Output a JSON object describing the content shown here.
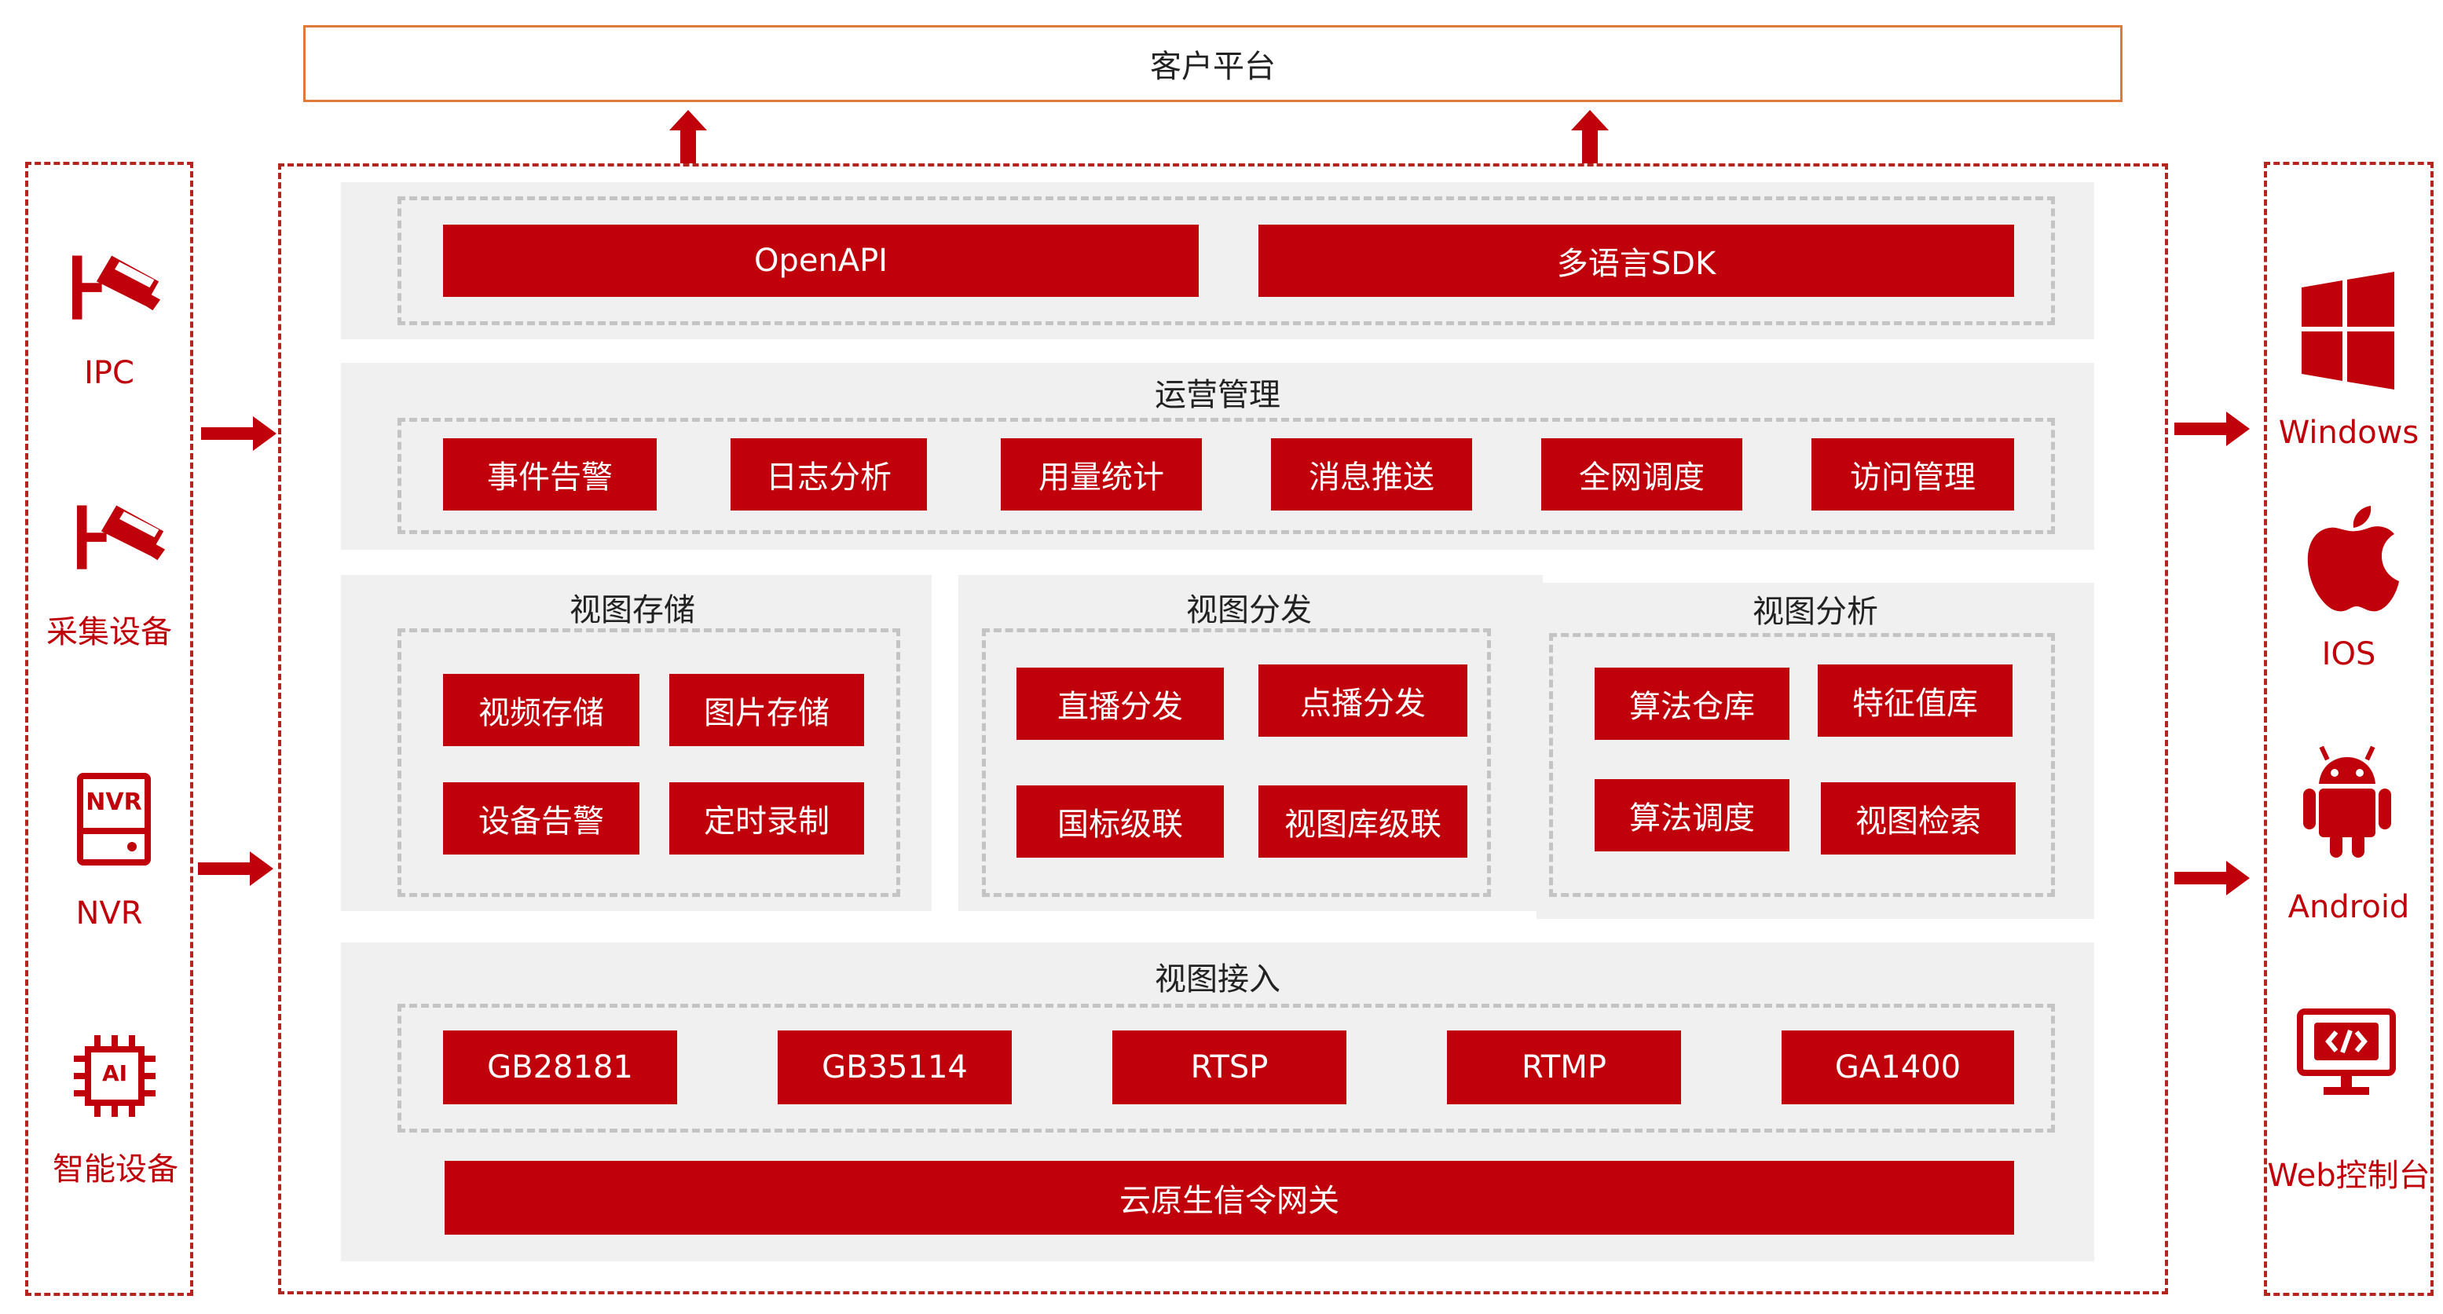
{
  "platform": {
    "label": "客户平台"
  },
  "devices": {
    "ipc": "IPC",
    "collect": "采集设备",
    "nvr": "NVR",
    "nvr_badge": "NVR",
    "smart": "智能设备",
    "ai_badge": "AI"
  },
  "api_layer": {
    "openapi": "OpenAPI",
    "sdk": "多语言SDK"
  },
  "ops": {
    "title": "运营管理",
    "items": [
      "事件告警",
      "日志分析",
      "用量统计",
      "消息推送",
      "全网调度",
      "访问管理"
    ]
  },
  "storage": {
    "title": "视图存储",
    "items": [
      "视频存储",
      "图片存储",
      "设备告警",
      "定时录制"
    ]
  },
  "distribution": {
    "title": "视图分发",
    "items": [
      "直播分发",
      "点播分发",
      "国标级联",
      "视图库级联"
    ]
  },
  "analysis": {
    "title": "视图分析",
    "items": [
      "算法仓库",
      "特征值库",
      "算法调度",
      "视图检索"
    ]
  },
  "access": {
    "title": "视图接入",
    "protocols": [
      "GB28181",
      "GB35114",
      "RTSP",
      "RTMP",
      "GA1400"
    ],
    "gateway": "云原生信令网关"
  },
  "clients": {
    "windows": "Windows",
    "ios": "IOS",
    "android": "Android",
    "web": "Web控制台"
  },
  "colors": {
    "accent": "#c0000a",
    "panel": "#f0f0f0",
    "dash_inner": "#c4c4c4",
    "platform_border": "#e07a3a"
  }
}
